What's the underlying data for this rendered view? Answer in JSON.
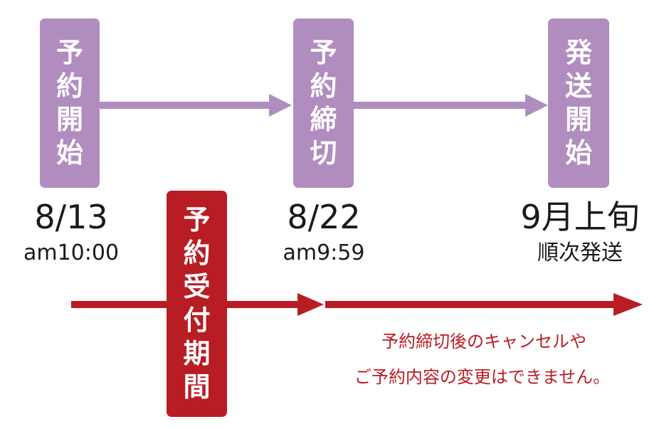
{
  "colors": {
    "purple": "#b08cbf",
    "red": "#b81d24"
  },
  "stages": [
    {
      "label": [
        "予",
        "約",
        "開",
        "始"
      ],
      "date": "8/13",
      "time": "am10:00"
    },
    {
      "label": [
        "予",
        "約",
        "締",
        "切"
      ],
      "date": "8/22",
      "time": "am9:59"
    },
    {
      "label": [
        "発",
        "送",
        "開",
        "始"
      ],
      "date": "9月上旬",
      "time": "順次発送"
    }
  ],
  "period": {
    "label": [
      "予",
      "約",
      "受",
      "付",
      "期",
      "間"
    ]
  },
  "note": {
    "line1": "予約締切後のキャンセルや",
    "line2": "ご予約内容の変更はできません。"
  }
}
